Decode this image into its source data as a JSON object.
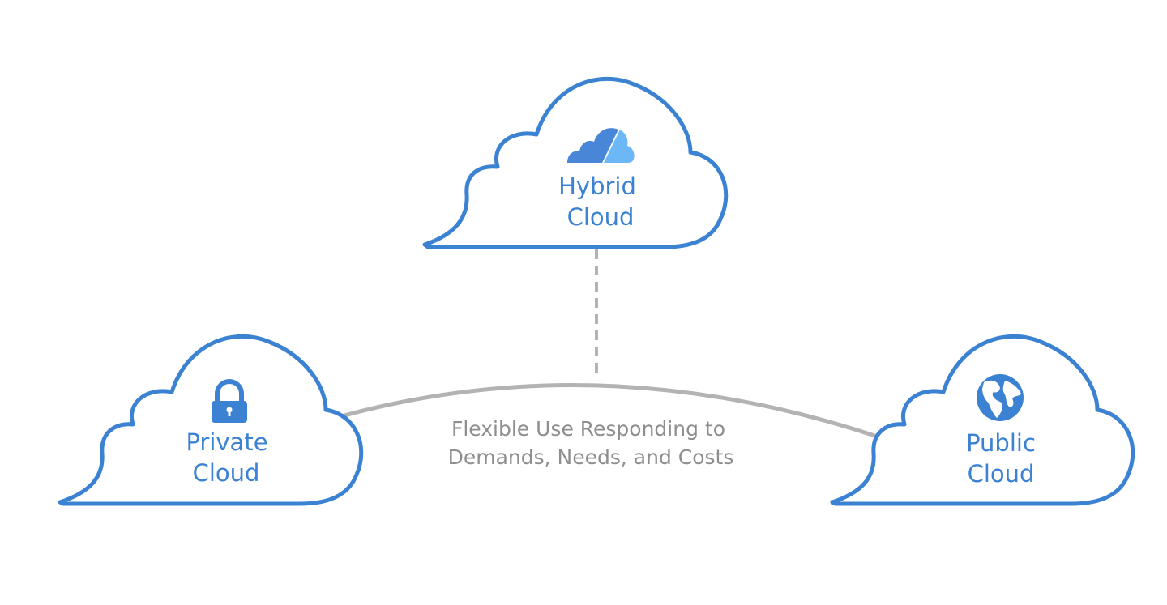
{
  "colors": {
    "cloud_outline": "#3b82d2",
    "label_text": "#3b82d2",
    "connector": "#b3b3b3",
    "connector_text": "#8e8e8e",
    "hybrid_icon_dark": "#4a86d8",
    "hybrid_icon_light": "#6cb8f6",
    "icon_fill": "#3b82d2"
  },
  "nodes": {
    "hybrid": {
      "icon": "hybrid-cloud-icon",
      "label_line1": "Hybrid",
      "label_line2": "Cloud"
    },
    "private": {
      "icon": "padlock-icon",
      "label_line1": "Private",
      "label_line2": "Cloud"
    },
    "public": {
      "icon": "globe-icon",
      "label_line1": "Public",
      "label_line2": "Cloud"
    }
  },
  "connectors": {
    "arc_label_line1": "Flexible Use Responding to",
    "arc_label_line2": "Demands, Needs, and Costs",
    "hybrid_link_style": "dashed"
  }
}
